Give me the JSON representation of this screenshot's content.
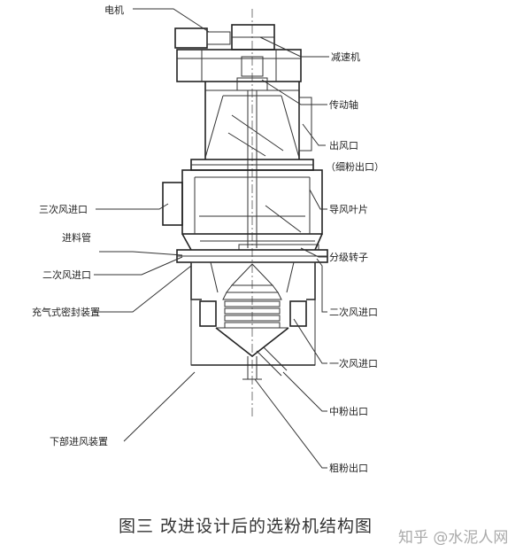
{
  "labels": {
    "motor": "电机",
    "reducer": "减速机",
    "drive_shaft": "传动轴",
    "air_outlet": "出风口",
    "fine_powder_outlet": "（细粉出口）",
    "tertiary_air_inlet": "三次风进口",
    "guide_vane": "导风叶片",
    "feed_pipe": "进料管",
    "classifying_rotor": "分级转子",
    "secondary_air_inlet_left": "二次风进口",
    "inflatable_seal": "充气式密封装置",
    "secondary_air_inlet_right": "二次风进口",
    "primary_air_inlet": "一次风进口",
    "medium_powder_outlet": "中粉出口",
    "lower_air_intake_device": "下部进风装置",
    "coarse_powder_outlet": "粗粉出口"
  },
  "caption": "图三   改进设计后的选粉机结构图",
  "watermark": "知乎 @水泥人网"
}
